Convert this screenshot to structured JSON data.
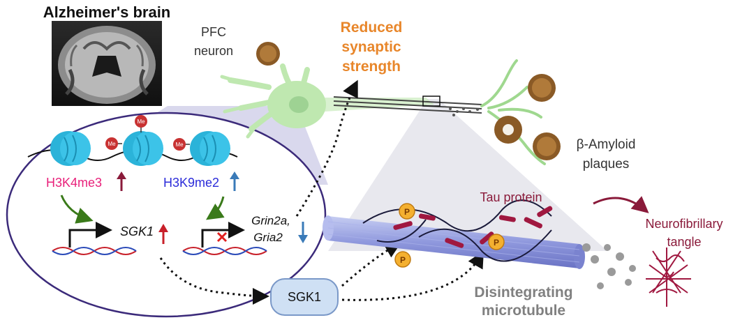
{
  "title": "Alzheimer's brain",
  "labels": {
    "pfc_line1": "PFC",
    "pfc_line2": "neuron",
    "reduced_line1": "Reduced",
    "reduced_line2": "synaptic",
    "reduced_line3": "strength",
    "amyloid_line1": "β-Amyloid",
    "amyloid_line2": "plaques",
    "h3k4": "H3K4me3",
    "h3k9": "H3K9me2",
    "me": "Me",
    "sgk1_gene": "SGK1",
    "grin2a": "Grin2a,",
    "gria2": "Gria2",
    "tau": "Tau protein",
    "p": "P",
    "nft_line1": "Neurofibrillary",
    "nft_line2": "tangle",
    "sgk1_protein": "SGK1",
    "micro_line1": "Disintegrating",
    "micro_line2": "microtubule"
  },
  "colors": {
    "orange": "#e8862a",
    "magenta": "#e8207a",
    "blue": "#2b2bd9",
    "maroon": "#8a1a3a",
    "purple": "#3b2a7a",
    "gray": "#808080",
    "green": "#3a7a1a",
    "histone": "#2bb3d9",
    "neuron": "#bfe8b0"
  }
}
